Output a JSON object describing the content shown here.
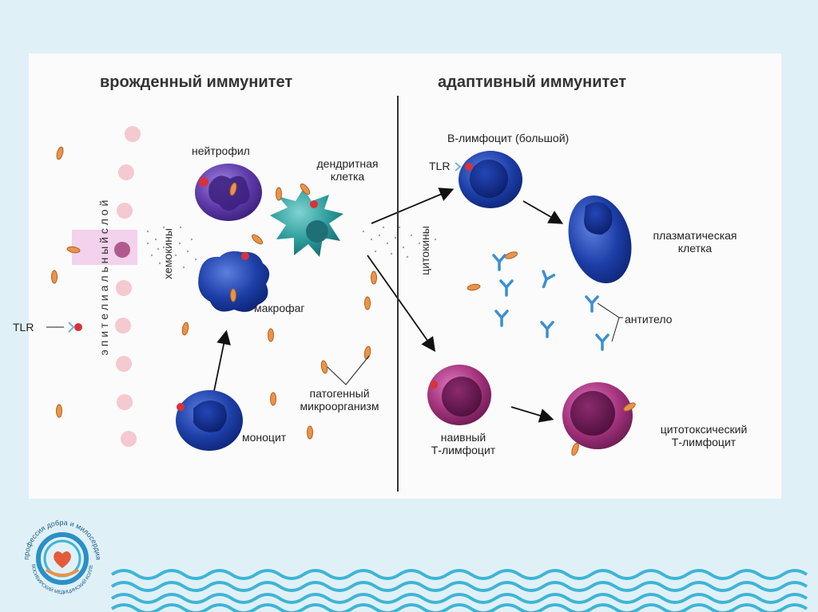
{
  "headers": {
    "innate": "врожденный иммунитет",
    "adaptive": "адаптивный иммунитет"
  },
  "labels": {
    "epithelial_layer": "э п и т е л и а л ь н ы й   с л о й",
    "chemokines": "хемокины",
    "cytokines": "цитокины",
    "tlr_left": "TLR",
    "tlr_b": "TLR",
    "neutrophil": "нейтрофил",
    "dendritic_line1": "дендритная",
    "dendritic_line2": "клетка",
    "macrophage": "макрофаг",
    "monocyte": "моноцит",
    "pathogen_line1": "патогенный",
    "pathogen_line2": "микроорганизм",
    "b_lymphocyte": "B-лимфоцит (большой)",
    "plasma_line1": "плазматическая",
    "plasma_line2": "клетка",
    "antibody": "антитело",
    "naive_line1": "наивный",
    "naive_line2": "Т-лимфоцит",
    "cytotoxic_line1": "цитотоксический",
    "cytotoxic_line2": "Т-лимфоцит"
  },
  "logo": {
    "arc_top": "профессия добра и милосердия",
    "arc_bottom": "НОВОСИБИРСКИЙ МЕДИЦИНСКИЙ КОЛЛЕДЖ"
  },
  "colors": {
    "background": "#dff1f7",
    "panel": "#fbfbfb",
    "blue_cell": "#1d3fa8",
    "purple_cell": "#5e3aa8",
    "teal_cell": "#2a9a9a",
    "magenta_cell": "#a2337c",
    "pathogen": "#e8944a",
    "antibody": "#3a8fd0",
    "wave": "#3fb4d6"
  }
}
